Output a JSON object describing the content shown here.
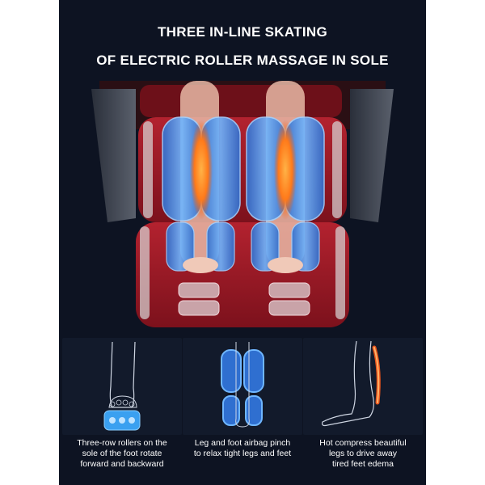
{
  "headline": {
    "line1": "THREE IN-LINE SKATING",
    "line2": "OF ELECTRIC ROLLER MASSAGE IN SOLE"
  },
  "features": [
    {
      "icon": "roller-foot-icon",
      "lines": [
        "Three-row rollers on the",
        "sole of the foot rotate",
        "forward and backward"
      ]
    },
    {
      "icon": "airbag-leg-icon",
      "lines": [
        "Leg and foot airbag pinch",
        "to relax tight legs and feet"
      ]
    },
    {
      "icon": "heat-leg-icon",
      "lines": [
        "Hot compress beautiful",
        "legs to drive away",
        "tired feet edema"
      ]
    }
  ],
  "colors": {
    "background": "#0d1322",
    "chair_red": "#9c1b27",
    "airbag_blue": "#3a8fe0",
    "heat_orange": "#ff7a1a"
  }
}
